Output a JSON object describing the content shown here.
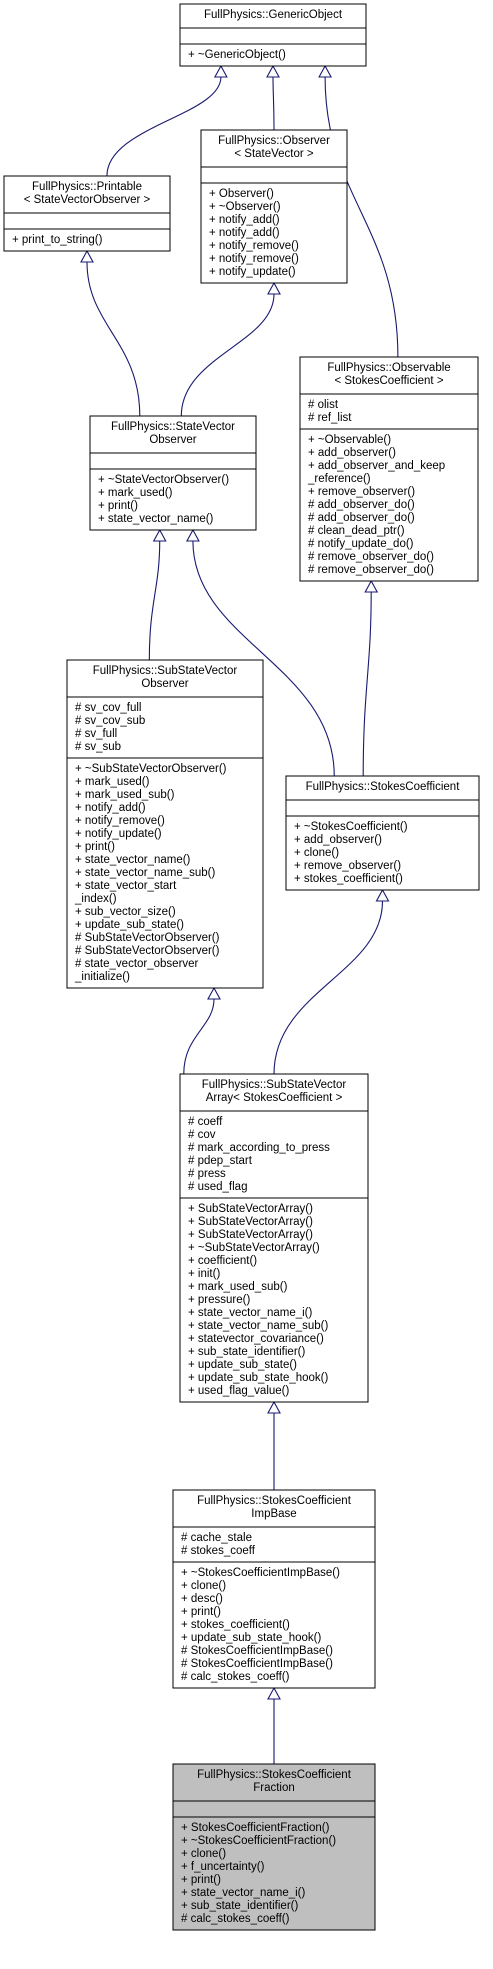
{
  "colors": {
    "box_fill": "#ffffff",
    "highlight_fill": "#bfbfbf",
    "border": "#000000",
    "edge": "#191970"
  },
  "classes": [
    {
      "id": "generic_object",
      "title": [
        "FullPhysics::GenericObject"
      ],
      "attributes": [],
      "methods": [
        "+ ~GenericObject()"
      ]
    },
    {
      "id": "printable",
      "title": [
        "FullPhysics::Printable",
        "< StateVectorObserver >"
      ],
      "attributes": [],
      "methods": [
        "+ print_to_string()"
      ]
    },
    {
      "id": "observer",
      "title": [
        "FullPhysics::Observer",
        "< StateVector >"
      ],
      "attributes": [],
      "methods": [
        "+ Observer()",
        "+ ~Observer()",
        "+ notify_add()",
        "+ notify_add()",
        "+ notify_remove()",
        "+ notify_remove()",
        "+ notify_update()"
      ]
    },
    {
      "id": "observable",
      "title": [
        "FullPhysics::Observable",
        "< StokesCoefficient >"
      ],
      "attributes": [
        "# olist",
        "# ref_list"
      ],
      "methods": [
        "+ ~Observable()",
        "+ add_observer()",
        "+ add_observer_and_keep",
        "_reference()",
        "+ remove_observer()",
        "# add_observer_do()",
        "# add_observer_do()",
        "# clean_dead_ptr()",
        "# notify_update_do()",
        "# remove_observer_do()",
        "# remove_observer_do()"
      ]
    },
    {
      "id": "state_vector_observer",
      "title": [
        "FullPhysics::StateVector",
        "Observer"
      ],
      "attributes": [],
      "methods": [
        "+ ~StateVectorObserver()",
        "+ mark_used()",
        "+ print()",
        "+ state_vector_name()"
      ]
    },
    {
      "id": "sub_state_vector_observer",
      "title": [
        "FullPhysics::SubStateVector",
        "Observer"
      ],
      "attributes": [
        "# sv_cov_full",
        "# sv_cov_sub",
        "# sv_full",
        "# sv_sub"
      ],
      "methods": [
        "+ ~SubStateVectorObserver()",
        "+ mark_used()",
        "+ mark_used_sub()",
        "+ notify_add()",
        "+ notify_remove()",
        "+ notify_update()",
        "+ print()",
        "+ state_vector_name()",
        "+ state_vector_name_sub()",
        "+ state_vector_start",
        "_index()",
        "+ sub_vector_size()",
        "+ update_sub_state()",
        "# SubStateVectorObserver()",
        "# SubStateVectorObserver()",
        "# state_vector_observer",
        "_initialize()"
      ]
    },
    {
      "id": "stokes_coefficient",
      "title": [
        "FullPhysics::StokesCoefficient"
      ],
      "attributes": [],
      "methods": [
        "+ ~StokesCoefficient()",
        "+ add_observer()",
        "+ clone()",
        "+ remove_observer()",
        "+ stokes_coefficient()"
      ]
    },
    {
      "id": "sub_state_vector_array",
      "title": [
        "FullPhysics::SubStateVector",
        "Array< StokesCoefficient >"
      ],
      "attributes": [
        "# coeff",
        "# cov",
        "# mark_according_to_press",
        "# pdep_start",
        "# press",
        "# used_flag"
      ],
      "methods": [
        "+ SubStateVectorArray()",
        "+ SubStateVectorArray()",
        "+ SubStateVectorArray()",
        "+ ~SubStateVectorArray()",
        "+ coefficient()",
        "+ init()",
        "+ mark_used_sub()",
        "+ pressure()",
        "+ state_vector_name_i()",
        "+ state_vector_name_sub()",
        "+ statevector_covariance()",
        "+ sub_state_identifier()",
        "+ update_sub_state()",
        "+ update_sub_state_hook()",
        "+ used_flag_value()"
      ]
    },
    {
      "id": "stokes_coefficient_imp_base",
      "title": [
        "FullPhysics::StokesCoefficient",
        "ImpBase"
      ],
      "attributes": [
        "# cache_stale",
        "# stokes_coeff"
      ],
      "methods": [
        "+ ~StokesCoefficientImpBase()",
        "+ clone()",
        "+ desc()",
        "+ print()",
        "+ stokes_coefficient()",
        "+ update_sub_state_hook()",
        "# StokesCoefficientImpBase()",
        "# StokesCoefficientImpBase()",
        "# calc_stokes_coeff()"
      ]
    },
    {
      "id": "stokes_coefficient_fraction",
      "title": [
        "FullPhysics::StokesCoefficient",
        "Fraction"
      ],
      "attributes": [],
      "methods": [
        "+ StokesCoefficientFraction()",
        "+ ~StokesCoefficientFraction()",
        "+ clone()",
        "+ f_uncertainty()",
        "+ print()",
        "+ state_vector_name_i()",
        "+ sub_state_identifier()",
        "# calc_stokes_coeff()"
      ]
    }
  ],
  "edges": [
    {
      "from": "printable",
      "to": "generic_object"
    },
    {
      "from": "observer",
      "to": "generic_object"
    },
    {
      "from": "observable",
      "to": "generic_object"
    },
    {
      "from": "state_vector_observer",
      "to": "printable"
    },
    {
      "from": "state_vector_observer",
      "to": "observer"
    },
    {
      "from": "sub_state_vector_observer",
      "to": "state_vector_observer"
    },
    {
      "from": "stokes_coefficient",
      "to": "state_vector_observer"
    },
    {
      "from": "stokes_coefficient",
      "to": "observable"
    },
    {
      "from": "sub_state_vector_array",
      "to": "sub_state_vector_observer"
    },
    {
      "from": "sub_state_vector_array",
      "to": "stokes_coefficient"
    },
    {
      "from": "stokes_coefficient_imp_base",
      "to": "sub_state_vector_array"
    },
    {
      "from": "stokes_coefficient_fraction",
      "to": "stokes_coefficient_imp_base"
    }
  ]
}
